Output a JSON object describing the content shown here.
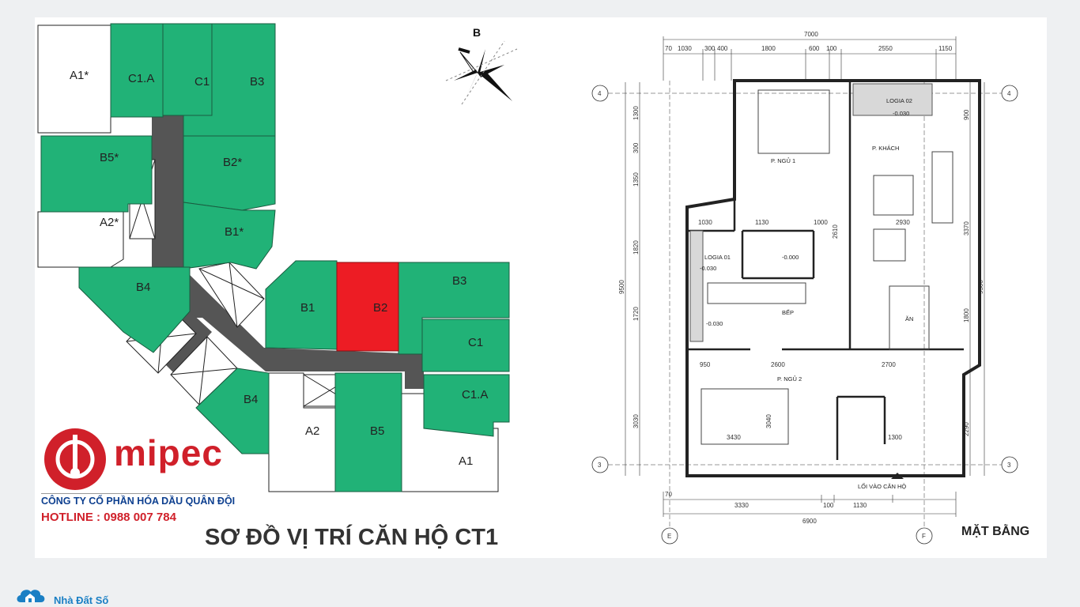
{
  "site_plan": {
    "title": "SƠ ĐỒ VỊ TRÍ CĂN HỘ CT1",
    "compass_label": "B",
    "units": {
      "a1_top": "A1*",
      "c1a_top": "C1.A",
      "c1_top": "C1",
      "b3_top": "B3",
      "b5_top": "B5*",
      "b2": "B2*",
      "a2_top": "A2*",
      "b1_top": "B1*",
      "b4_upper": "B4",
      "b4_lower": "B4",
      "b1_right": "B1",
      "b2_highlight": "B2",
      "b3_right": "B3",
      "c1_right": "C1",
      "c1a_right": "C1.A",
      "a2_bottom": "A2",
      "b5_bottom": "B5",
      "a1_bottom": "A1"
    },
    "colors": {
      "unit_green": "#21b277",
      "highlight_red": "#ed1c24",
      "corridor": "#555555",
      "unit_white": "#ffffff"
    }
  },
  "brand": {
    "logo_text": "mipec",
    "company": "CÔNG TY CỔ PHẦN HÓA DẦU QUÂN ĐỘI",
    "hotline": "HOTLINE : 0988 007 784",
    "color": "#d0202a"
  },
  "floor_plan": {
    "title": "MẶT BẰNG",
    "grid": {
      "g4_left": "4",
      "g4_right": "4",
      "g3_left": "3",
      "g3_right": "3",
      "ge": "E",
      "gf": "F"
    },
    "dims": {
      "top_total": "7000",
      "top_1": "1030",
      "top_2": "300",
      "top_3": "400",
      "top_4": "1800",
      "top_5": "600",
      "top_6": "100",
      "top_7": "2550",
      "top_8": "1150",
      "top_9": "70",
      "bottom_total": "6900",
      "bottom_1": "3330",
      "bottom_2": "100",
      "bottom_3": "1130",
      "bottom_4": "70",
      "left_total": "9500",
      "right_total": "9500",
      "left_1": "1300",
      "left_2": "300",
      "left_3": "1350",
      "left_4": "1820",
      "left_5": "1720",
      "left_6": "3030",
      "right_1": "900",
      "right_2": "3370",
      "right_3": "1800",
      "right_4": "2290",
      "right_5": "2610",
      "right_6": "3040",
      "mid_1": "1030",
      "mid_2": "1130",
      "mid_3": "1000",
      "mid_4": "2930",
      "mid_5": "950",
      "mid_6": "2600",
      "mid_7": "2700",
      "mid_8": "3430",
      "mid_9": "1300"
    },
    "rooms": {
      "logia_02": "LOGIA 02",
      "logia_01": "LOGIA 01",
      "bed1": "P. NGỦ 1",
      "bed2": "P. NGỦ 2",
      "living": "P. KHÁCH",
      "kitchen": "BẾP",
      "dining": "ĂN",
      "entrance": "LỐI VÀO CĂN HỘ",
      "level_1": "-0.030",
      "level_2": "-0.030",
      "level_3": "-0.030",
      "level_4": "-0.000"
    }
  },
  "watermark": {
    "text": "Nhà Đất Số"
  }
}
